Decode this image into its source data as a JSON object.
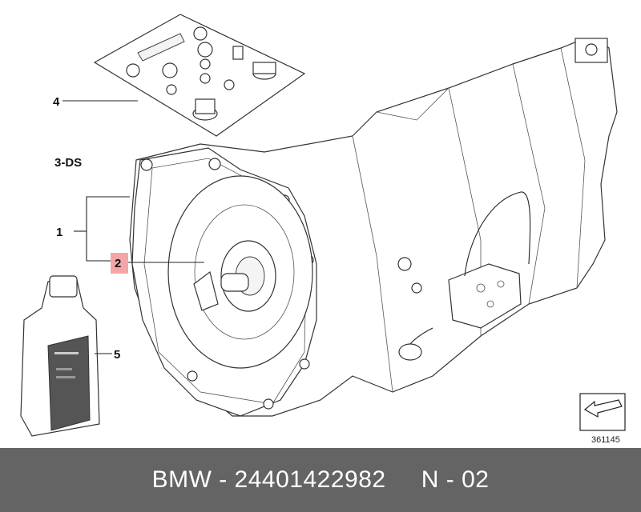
{
  "diagram": {
    "section_label": "3-DS",
    "callouts": [
      {
        "id": "callout-4",
        "label": "4"
      },
      {
        "id": "callout-1",
        "label": "1"
      },
      {
        "id": "callout-2",
        "label": "2",
        "highlight_color": "#f4a6a6"
      },
      {
        "id": "callout-5",
        "label": "5"
      }
    ],
    "reference_number": "361145"
  },
  "footer": {
    "text": "BMW - 24401422982     N - 02",
    "background_color": "#646464",
    "text_color": "#ffffff"
  }
}
